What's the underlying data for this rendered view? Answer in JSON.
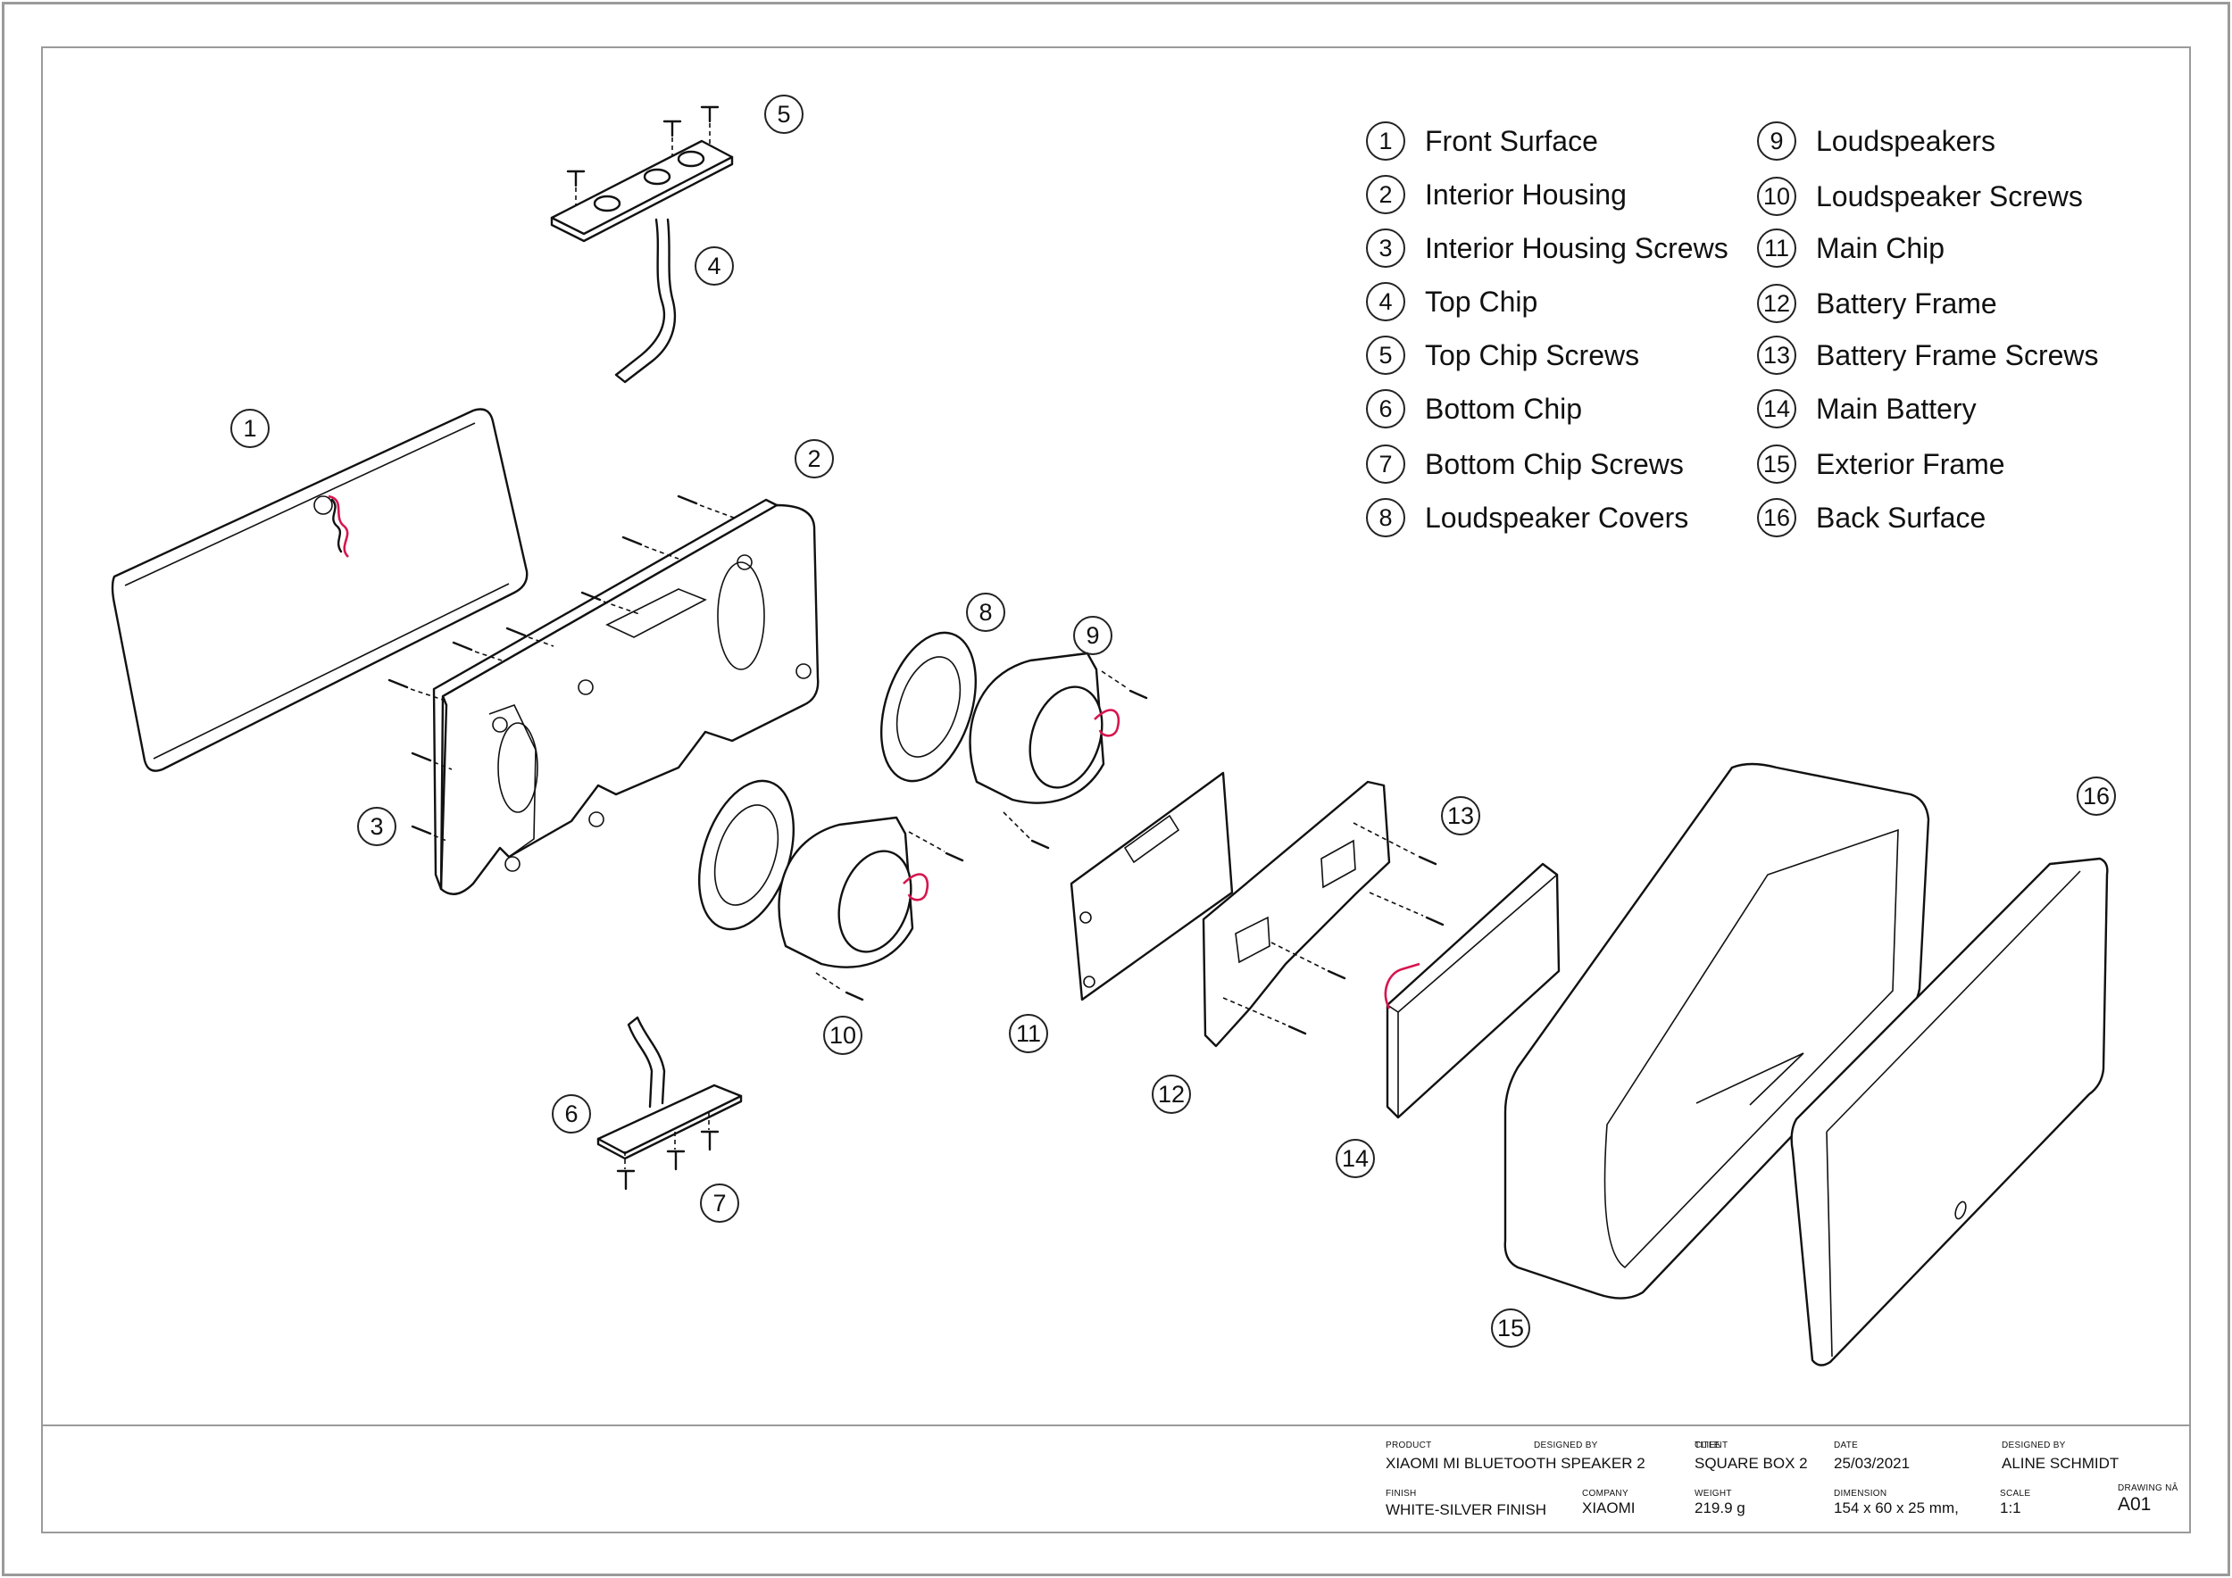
{
  "legend": [
    {
      "num": "1",
      "label": "Front Surface"
    },
    {
      "num": "2",
      "label": "Interior Housing"
    },
    {
      "num": "3",
      "label": "Interior Housing Screws"
    },
    {
      "num": "4",
      "label": "Top Chip"
    },
    {
      "num": "5",
      "label": "Top Chip Screws"
    },
    {
      "num": "6",
      "label": "Bottom Chip"
    },
    {
      "num": "7",
      "label": "Bottom Chip Screws"
    },
    {
      "num": "8",
      "label": "Loudspeaker Covers"
    },
    {
      "num": "9",
      "label": "Loudspeakers"
    },
    {
      "num": "10",
      "label": "Loudspeaker Screws"
    },
    {
      "num": "11",
      "label": "Main Chip"
    },
    {
      "num": "12",
      "label": "Battery Frame"
    },
    {
      "num": "13",
      "label": "Battery Frame Screws"
    },
    {
      "num": "14",
      "label": "Main Battery"
    },
    {
      "num": "15",
      "label": "Exterior Frame"
    },
    {
      "num": "16",
      "label": "Back Surface"
    }
  ],
  "callouts": [
    "1",
    "2",
    "3",
    "4",
    "5",
    "6",
    "7",
    "8",
    "9",
    "10",
    "11",
    "12",
    "13",
    "14",
    "15",
    "16"
  ],
  "title_block": {
    "product_label": "PRODUCT",
    "product": "XIAOMI MI BLUETOOTH SPEAKER 2",
    "designed_by_label": "DESIGNED BY",
    "client_label": "CLIENT",
    "title_label": "TITLE",
    "model": "SQUARE BOX 2",
    "date_label": "DATE",
    "date": "25/03/2021",
    "designer_label": "DESIGNED BY",
    "designer": "ALINE SCHMIDT",
    "finish_label": "FINISH",
    "finish": "WHITE-SILVER FINISH",
    "company_label": "COMPANY",
    "company": "XIAOMI",
    "weight_label": "WEIGHT",
    "weight": "219.9 g",
    "dimension_label": "DIMENSION",
    "dimension": "154 x 60 x 25 mm,",
    "scale_label": "SCALE",
    "scale": "1:1",
    "drawing_label": "DRAWING NÂ",
    "drawing": "A01"
  }
}
